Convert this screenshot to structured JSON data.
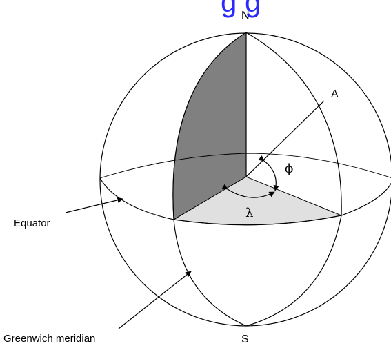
{
  "title_fragment": "g g",
  "labels": {
    "north": "N",
    "south": "S",
    "point": "A",
    "latitude_symbol": "ϕ",
    "longitude_symbol": "λ",
    "equator": "Equator",
    "greenwich": "Greenwich meridian"
  },
  "colors": {
    "title": "#2a2aff",
    "shaded_meridian_face": "#808080",
    "equatorial_wedge": "#e0e0e0",
    "line": "#000000"
  }
}
